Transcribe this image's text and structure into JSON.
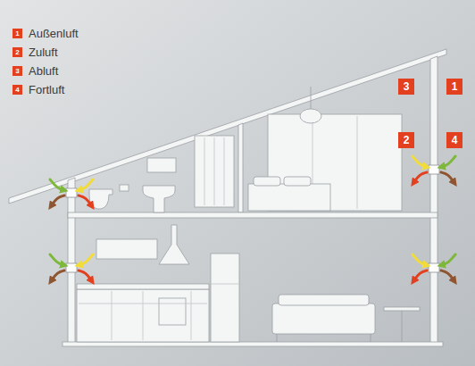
{
  "diagram": {
    "labels": [
      "1",
      "2",
      "3",
      "4",
      "3",
      "1",
      "2",
      "4"
    ],
    "legend": [
      {
        "text": "Außenluft",
        "color": "#e2401f"
      },
      {
        "text": "Zuluft",
        "color": "#e2401f"
      },
      {
        "text": "Abluft",
        "color": "#e2401f"
      },
      {
        "text": "Fortluft",
        "color": "#e2401f"
      }
    ]
  }
}
